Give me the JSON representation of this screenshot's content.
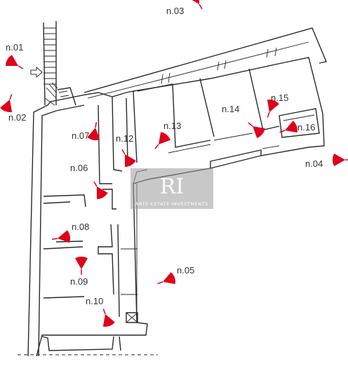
{
  "plan": {
    "viewpoints": [
      {
        "label": "n.01",
        "color": "#e0001b"
      },
      {
        "label": "n.02",
        "color": "#e0001b"
      },
      {
        "label": "n.03",
        "color": "#e0001b"
      },
      {
        "label": "n.04",
        "color": "#e0001b"
      },
      {
        "label": "n.05",
        "color": "#e0001b"
      },
      {
        "label": "n.06",
        "color": "#e0001b"
      },
      {
        "label": "n.07",
        "color": "#e0001b"
      },
      {
        "label": "n.08",
        "color": "#e0001b"
      },
      {
        "label": "n.09",
        "color": "#e0001b"
      },
      {
        "label": "n.10",
        "color": "#e0001b"
      },
      {
        "label": "n.12",
        "color": "#e0001b"
      },
      {
        "label": "n.13",
        "color": "#e0001b"
      },
      {
        "label": "n.14",
        "color": "#e0001b"
      },
      {
        "label": "n.15",
        "color": "#e0001b"
      },
      {
        "label": "n.16",
        "color": "#e0001b"
      }
    ],
    "watermark": {
      "text": "ARTE·ESTATE·INVESTMENTS",
      "logo": "RI"
    },
    "entrance_arrow": "entrance-arrow-icon"
  }
}
